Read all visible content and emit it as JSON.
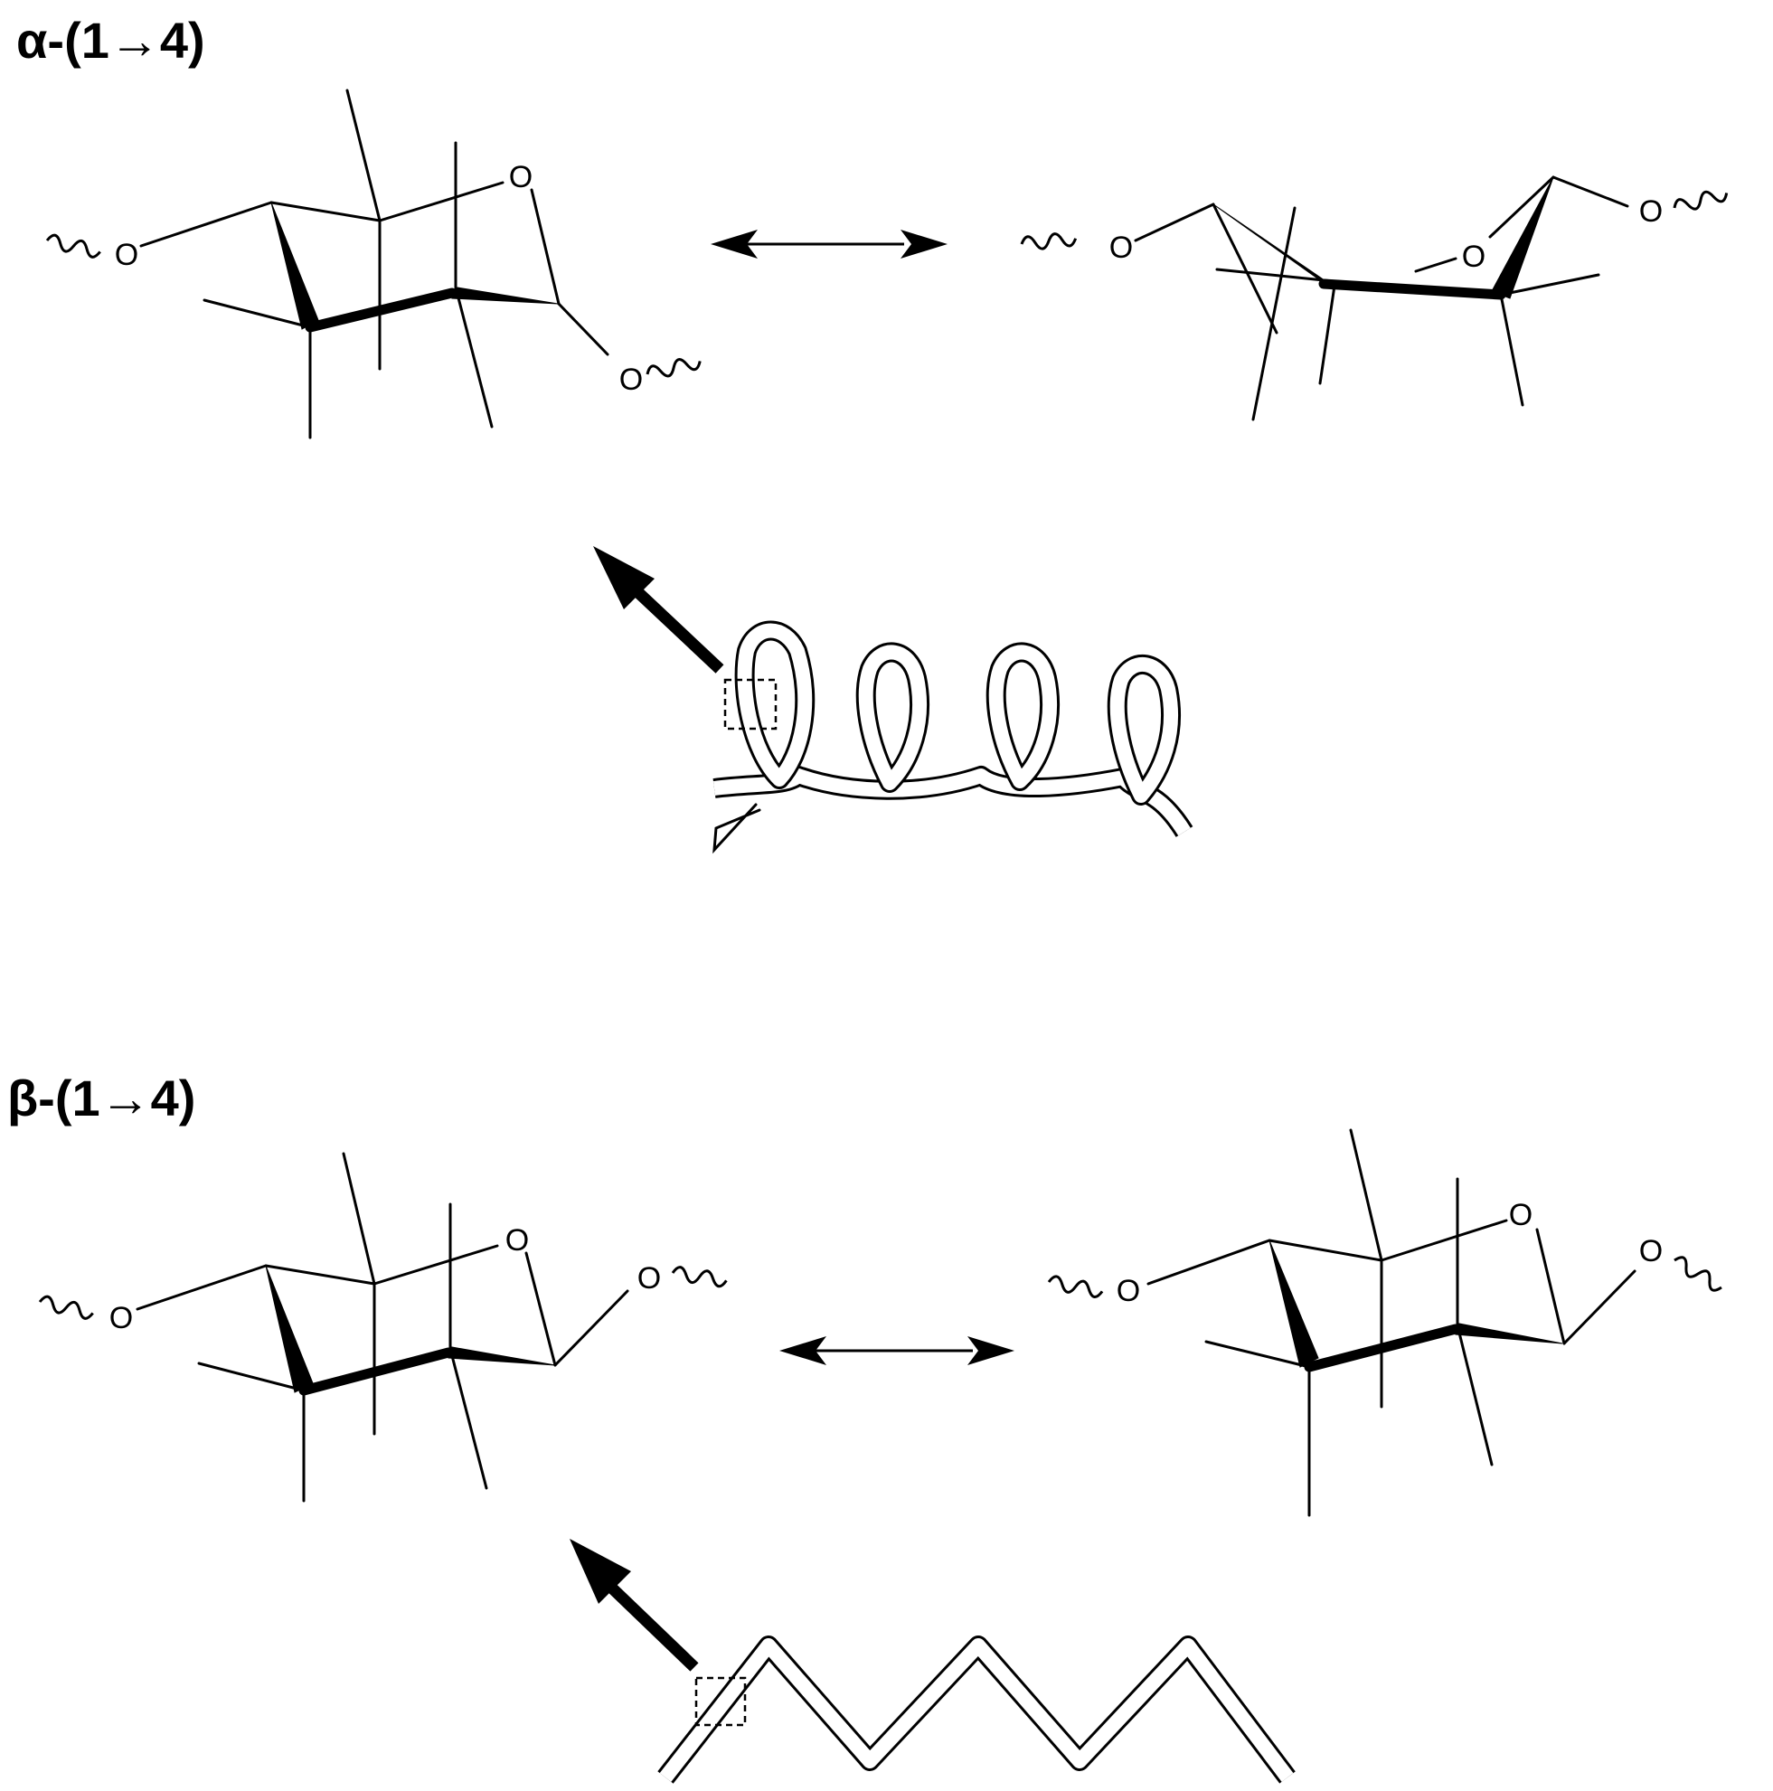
{
  "panels": {
    "alpha": {
      "label": "α-(1→4)"
    },
    "beta": {
      "label": "β-(1→4)"
    }
  },
  "atoms": {
    "oxygen": "O"
  }
}
